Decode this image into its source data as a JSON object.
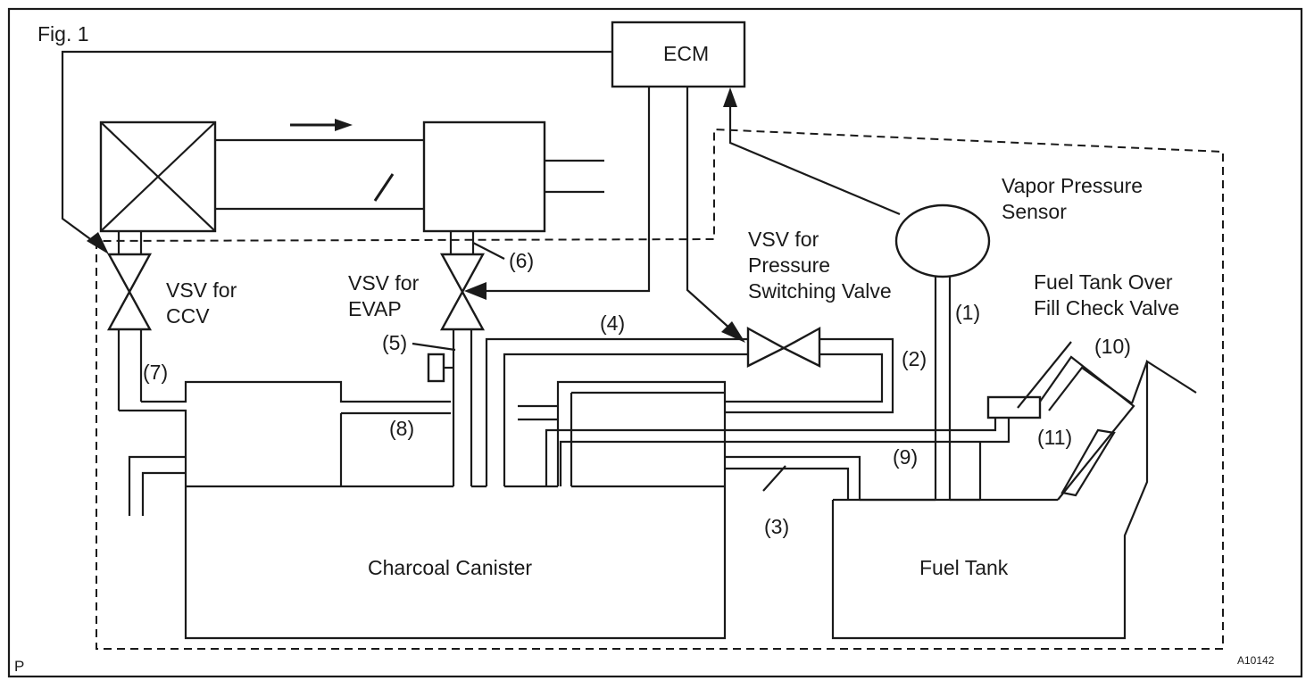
{
  "figure_label": "Fig. 1",
  "ecm_label": "ECM",
  "vapor_pressure_sensor_line1": "Vapor Pressure",
  "vapor_pressure_sensor_line2": "Sensor",
  "vsv_pressure_line1": "VSV for",
  "vsv_pressure_line2": "Pressure",
  "vsv_pressure_line3": "Switching Valve",
  "vsv_ccv_line1": "VSV for",
  "vsv_ccv_line2": "CCV",
  "vsv_evap_line1": "VSV for",
  "vsv_evap_line2": "EVAP",
  "check_valve_line1": "Fuel Tank Over",
  "check_valve_line2": "Fill Check Valve",
  "canister_label": "Charcoal Canister",
  "fuel_tank_label": "Fuel Tank",
  "callouts": {
    "c1": "(1)",
    "c2": "(2)",
    "c3": "(3)",
    "c4": "(4)",
    "c5": "(5)",
    "c6": "(6)",
    "c7": "(7)",
    "c8": "(8)",
    "c9": "(9)",
    "c10": "(10)",
    "c11": "(11)"
  },
  "corner_mark": "P",
  "figure_code": "A10142"
}
